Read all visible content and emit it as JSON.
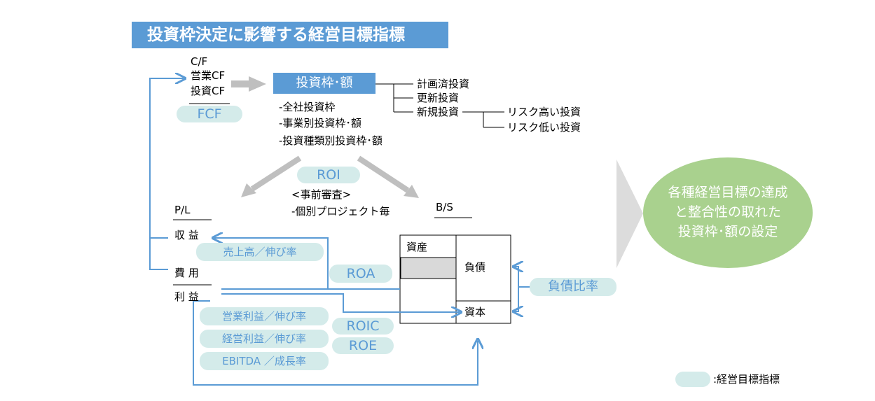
{
  "title": "投資枠決定に影響する経営目標指標",
  "cf": {
    "header": "C/F",
    "items": [
      "営業CF",
      "投資CF"
    ]
  },
  "fcf": "FCF",
  "invest_box": "投資枠･額",
  "invest_list": [
    "-全社投資枠",
    "-事業別投資枠･額",
    "-投資種類別投資枠･額"
  ],
  "branches": [
    "計画済投資",
    "更新投資",
    "新規投資"
  ],
  "sub_branches": [
    "リスク高い投資",
    "リスク低い投資"
  ],
  "roi": {
    "label": "ROI",
    "lines": [
      "<事前審査>",
      "-個別プロジェクト毎"
    ]
  },
  "pl": {
    "header": "P/L",
    "revenue": "収 益",
    "expense": "費 用",
    "profit": "利 益"
  },
  "bs": {
    "header": "B/S",
    "assets": "資産",
    "liabilities": "負債",
    "equity": "資本"
  },
  "indicators": {
    "sales": "売上高／伸び率",
    "roa": "ROA",
    "debt_ratio": "負債比率",
    "op_profit": "営業利益／伸び率",
    "ord_profit": "経営利益／伸び率",
    "ebitda": "EBITDA ／成長率",
    "roic": "ROIC",
    "roe": "ROE"
  },
  "result": [
    "各種経営目標の達成",
    "と整合性の取れた",
    "投資枠･額の設定"
  ],
  "legend": ":経営目標指標",
  "colors": {
    "blue": "#5b9bd5",
    "pill": "#d4ebea",
    "pill_text": "#5b9bd5",
    "green": "#a9d18e",
    "gray": "#c8c8c8",
    "title_bg": "#5b9bd5"
  }
}
